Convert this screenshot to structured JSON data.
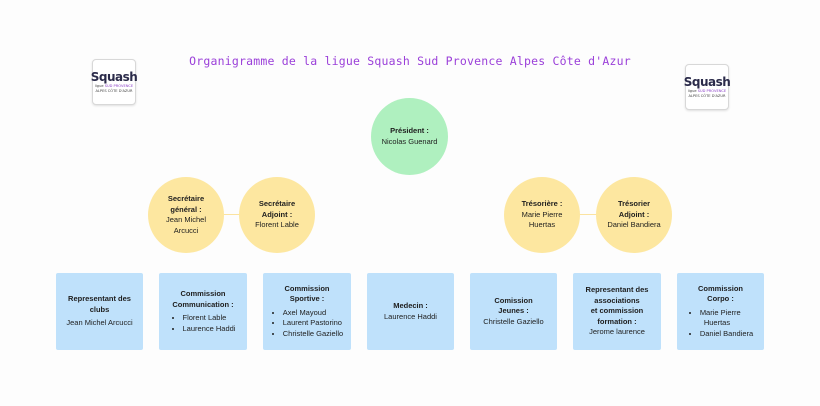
{
  "title": "Organigramme de la ligue Squash Sud Provence Alpes Côte d'Azur",
  "logo": {
    "word": "Squash",
    "line1a": "ligue",
    "line1b": "SUD PROVENCE",
    "line2": "ALPES CÔTE D'AZUR"
  },
  "president": {
    "role": "Président :",
    "name": "Nicolas Guenard"
  },
  "secretaire_general": {
    "role_l1": "Secrétaire",
    "role_l2": "général :",
    "name_l1": "Jean Michel",
    "name_l2": "Arcucci"
  },
  "secretaire_adjoint": {
    "role_l1": "Secrétaire",
    "role_l2": "Adjoint :",
    "name": "Florent Lable"
  },
  "tresoriere": {
    "role": "Trésorière :",
    "name_l1": "Marie Pierre",
    "name_l2": "Huertas"
  },
  "tresorier_adjoint": {
    "role_l1": "Trésorier",
    "role_l2": "Adjoint :",
    "name": "Daniel Bandiera"
  },
  "clubs": {
    "role_l1": "Representant des",
    "role_l2": "clubs",
    "name": "Jean Michel Arcucci"
  },
  "communication": {
    "role_l1": "Commission",
    "role_l2": "Communication :",
    "members": [
      "Florent Lable",
      "Laurence Haddi"
    ]
  },
  "sportive": {
    "role_l1": "Commission",
    "role_l2": "Sportive :",
    "members": [
      "Axel Mayoud",
      "Laurent Pastorino",
      "Christelle Gaziello"
    ]
  },
  "medecin": {
    "role": "Medecin :",
    "name": "Laurence Haddi"
  },
  "jeunes": {
    "role_l1": "Comission",
    "role_l2": "Jeunes :",
    "name": "Christelle Gaziello"
  },
  "associations": {
    "role_l1": "Representant des",
    "role_l2": "associations",
    "role_l3": "et commission",
    "role_l4": "formation :",
    "name": "Jerome laurence"
  },
  "corpo": {
    "role_l1": "Commission",
    "role_l2": "Corpo :",
    "member1_l1": "Marie Pierre",
    "member1_l2": "Huertas",
    "member2": "Daniel Bandiera"
  }
}
